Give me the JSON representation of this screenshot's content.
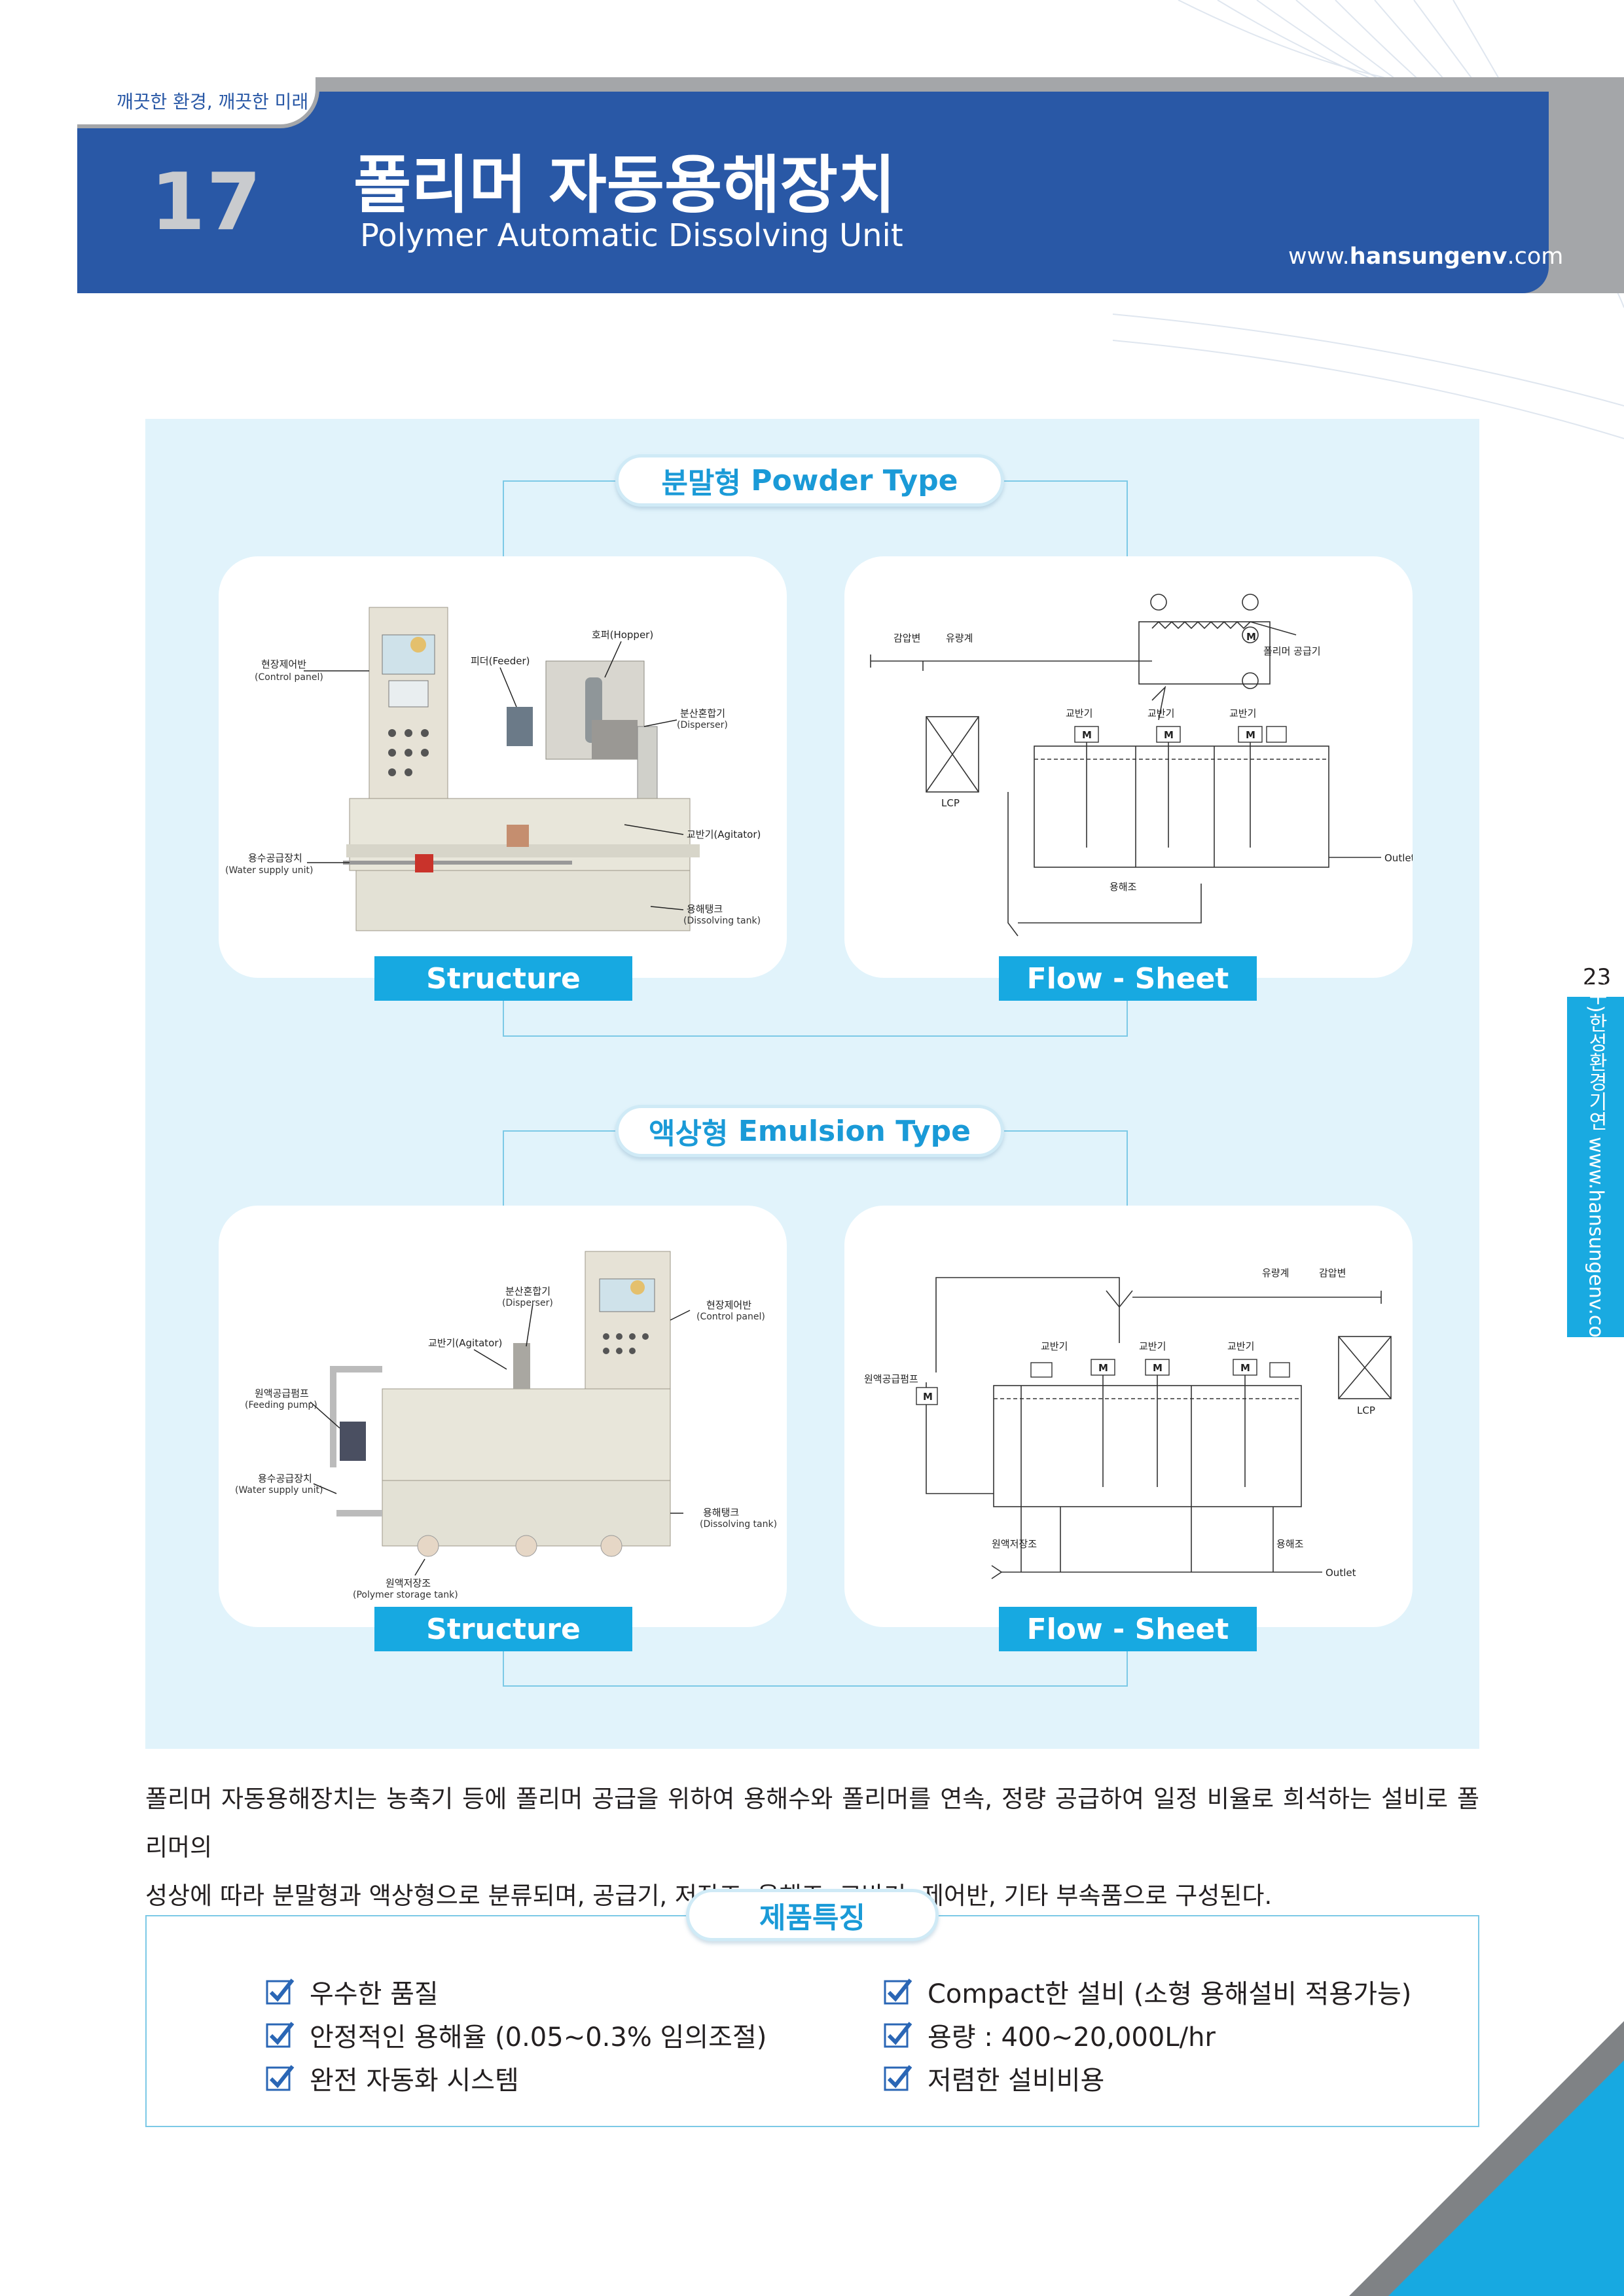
{
  "header": {
    "tagline": "깨끗한 환경, 깨끗한 미래",
    "page_number": "17",
    "title_ko": "폴리머 자동용해장치",
    "title_en": "Polymer Automatic Dissolving Unit",
    "website_prefix": "www.",
    "website_brand": "hansungenv",
    "website_suffix": ".com"
  },
  "side": {
    "page": "23",
    "company": "(주)한성환경기연  www.hansungenv.com"
  },
  "powder": {
    "title_ko": "분말형",
    "title_en": "Powder Type",
    "structure_label": "Structure",
    "flowsheet_label": "Flow - Sheet",
    "structure_callouts": {
      "control_panel_ko": "현장제어반",
      "control_panel_en": "(Control panel)",
      "feeder": "피더(Feeder)",
      "hopper": "호퍼(Hopper)",
      "disperser_ko": "분산혼합기",
      "disperser_en": "(Disperser)",
      "agitator": "교반기(Agitator)",
      "water_ko": "용수공급장치",
      "water_en": "(Water supply unit)",
      "tank_ko": "용해탱크",
      "tank_en": "(Dissolving tank)"
    },
    "flow_labels": {
      "pressure_valve": "감압변",
      "flowmeter": "유량계",
      "polymer_feeder": "폴리머 공급기",
      "agitator": "교반기",
      "lcp": "LCP",
      "tank": "용해조",
      "outlet": "Outlet",
      "motor": "M"
    }
  },
  "emulsion": {
    "title_ko": "액상형",
    "title_en": "Emulsion Type",
    "structure_label": "Structure",
    "flowsheet_label": "Flow - Sheet",
    "structure_callouts": {
      "disperser_ko": "분산혼합기",
      "disperser_en": "(Disperser)",
      "control_panel_ko": "현장제어반",
      "control_panel_en": "(Control panel)",
      "agitator": "교반기(Agitator)",
      "pump_ko": "원액공급펌프",
      "pump_en": "(Feeding pump)",
      "water_ko": "용수공급장치",
      "water_en": "(Water supply unit)",
      "tank_ko": "용해탱크",
      "tank_en": "(Dissolving tank)",
      "storage_ko": "원액저장조",
      "storage_en": "(Polymer storage tank)"
    },
    "flow_labels": {
      "flowmeter": "유량계",
      "pressure_valve": "감압변",
      "agitator": "교반기",
      "feed_pump": "원액공급펌프",
      "lcp": "LCP",
      "storage": "원액저장조",
      "tank": "용해조",
      "outlet": "Outlet",
      "motor": "M"
    }
  },
  "description_line1": "폴리머 자동용해장치는 농축기 등에 폴리머 공급을 위하여 용해수와 폴리머를 연속, 정량 공급하여 일정 비율로 희석하는 설비로 폴리머의",
  "description_line2": "성상에 따라 분말형과 액상형으로 분류되며, 공급기, 저장조, 용해조, 교반기, 제어반, 기타 부속품으로 구성된다.",
  "features": {
    "title": "제품특징",
    "left": [
      "우수한 품질",
      "안정적인 용해율 (0.05~0.3% 임의조절)",
      "완전 자동화 시스템"
    ],
    "right": [
      "Compact한 설비 (소형 용해설비 적용가능)",
      "용량 : 400~20,000L/hr",
      "저렴한 설비비용"
    ]
  },
  "colors": {
    "header_blue": "#2958a6",
    "accent_cyan": "#17a9e1",
    "panel_bg": "#e1f3fb",
    "gray": "#a4a6a9"
  }
}
